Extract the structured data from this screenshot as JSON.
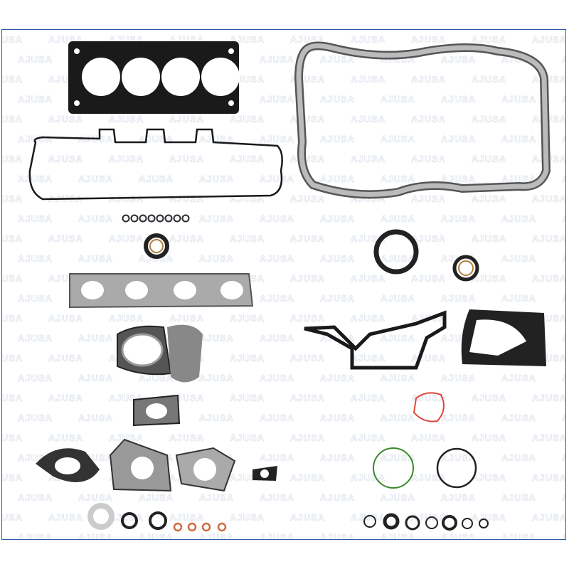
{
  "brand_watermark": "AJUSA",
  "colors": {
    "frame": "#2a5aa8",
    "gasket": "#1a1a1a",
    "metal": "#9a9a9a",
    "copper": "#d06a40",
    "red_seal": "#e0443a",
    "green_ring": "#3a8a2a",
    "watermark": "#dfe4ec"
  },
  "parts": [
    "cylinder-head-gasket",
    "valve-cover-gasket",
    "oil-pan-gasket",
    "valve-stem-seals",
    "camshaft-seal",
    "crankshaft-seal-front",
    "crankshaft-seal-rear",
    "exhaust-manifold-gasket",
    "turbo-gasket",
    "timing-cover-gasket",
    "water-pump-gasket",
    "thermostat-gasket",
    "o-rings",
    "copper-washers"
  ]
}
